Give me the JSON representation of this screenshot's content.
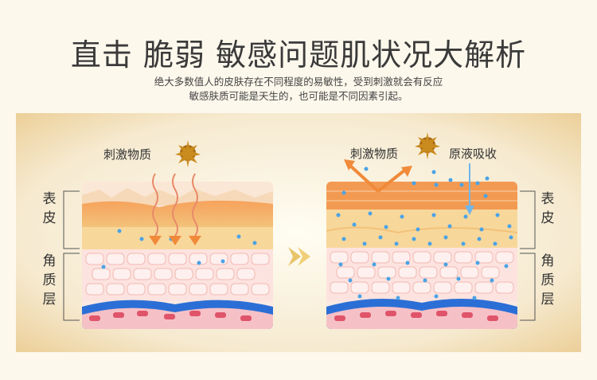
{
  "title": "直击 脆弱 敏感问题肌状况大解析",
  "subtitle_line1": "绝大多数值人的皮肤存在不同程度的易敏性，受到刺激就会有反应",
  "subtitle_line2": "敏感肤质可能是天生的，也可能是不同因素引起。",
  "left_diagram": {
    "irritant_label": "刺激物质"
  },
  "right_diagram": {
    "irritant_label": "刺激物质",
    "reaction_label": "原液吸收"
  },
  "side_labels": {
    "left_top": [
      "表",
      "皮"
    ],
    "left_bottom": [
      "角",
      "质",
      "层"
    ],
    "right_top": [
      "表",
      "皮"
    ],
    "right_bottom": [
      "角",
      "质",
      "层"
    ]
  },
  "colors": {
    "panel_bg": "#f6ead0",
    "arrow_orange": "#f08a3a",
    "dot_blue": "#4aa3e6",
    "blood_blue": "#2b6fd6"
  }
}
